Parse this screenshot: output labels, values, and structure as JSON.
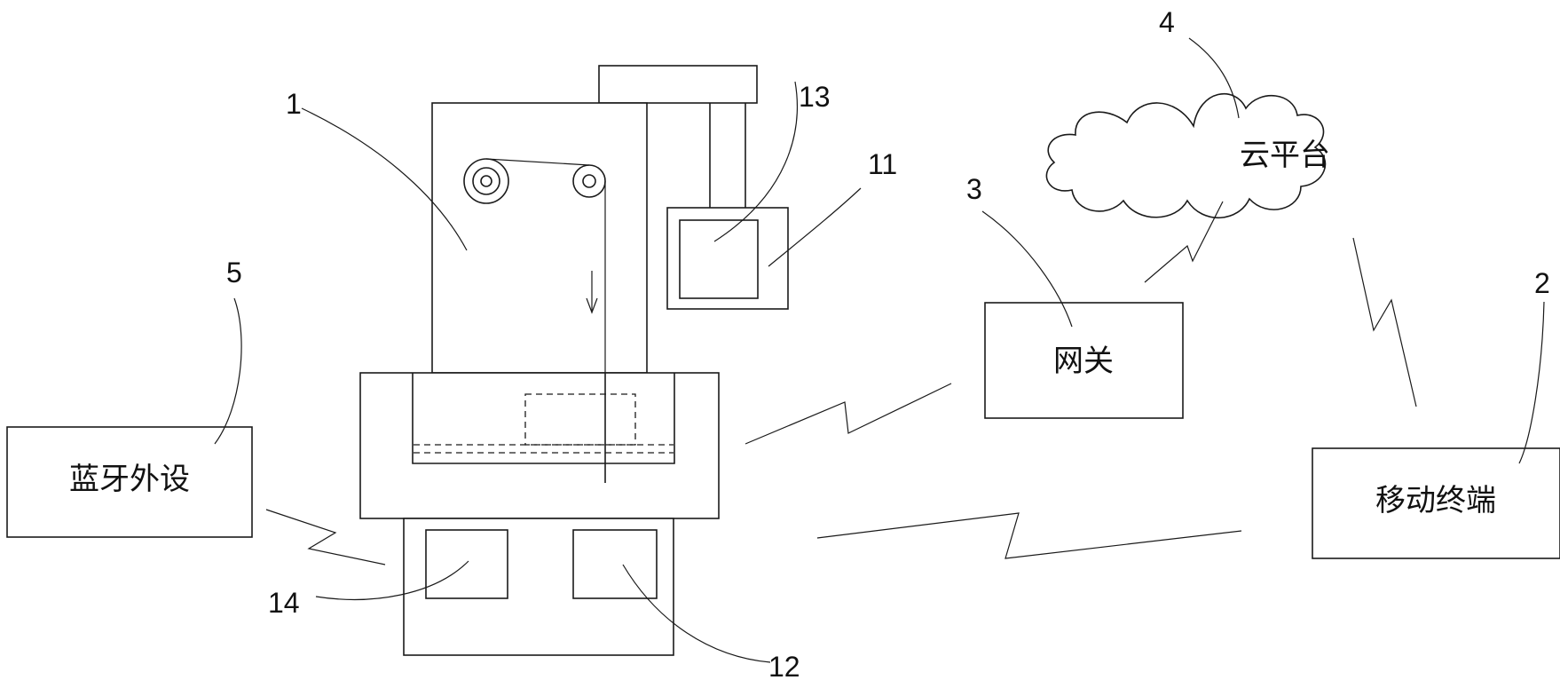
{
  "labels": {
    "cloud_platform": "云平台",
    "gateway": "网关",
    "mobile_terminal": "移动终端",
    "bluetooth_peripheral": "蓝牙外设"
  },
  "numbers": {
    "n1": "1",
    "n2": "2",
    "n3": "3",
    "n4": "4",
    "n5": "5",
    "n11": "11",
    "n12": "12",
    "n13": "13",
    "n14": "14"
  }
}
